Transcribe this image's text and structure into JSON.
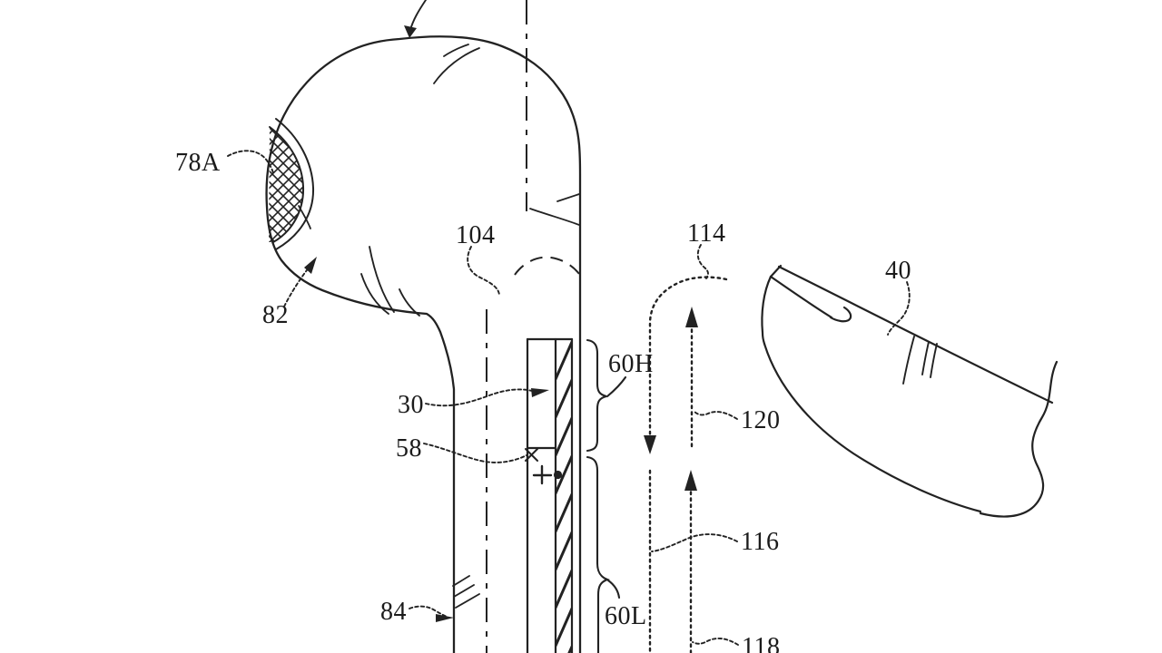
{
  "figure": {
    "kind": "patent-line-drawing",
    "subject": "wireless earbud with stem touch sensor, airflow paths and approaching finger",
    "colors": {
      "ink": "#1f1f1f",
      "background": "#ffffff"
    },
    "labels": {
      "n78A": "78A",
      "n82": "82",
      "n104": "104",
      "n114": "114",
      "n40": "40",
      "n30": "30",
      "n58": "58",
      "n60H": "60H",
      "n120": "120",
      "n116": "116",
      "n84": "84",
      "n60L": "60L",
      "n118": "118"
    }
  }
}
